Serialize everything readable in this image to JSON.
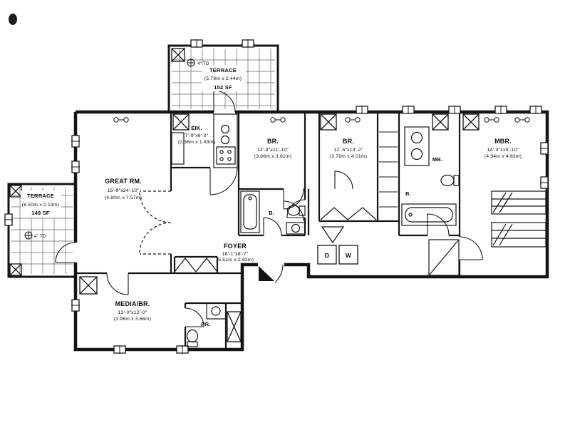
{
  "plan": {
    "terrace_top": {
      "name": "TERRACE",
      "dims": "(5.79m x 2.44m)",
      "area": "152 SF",
      "drain": "4\" TD"
    },
    "terrace_left": {
      "name": "TERRACE",
      "dims": "(6.50m x 2.13m)",
      "area": "149 SF",
      "drain": "4\" TD"
    },
    "great_rm": {
      "name": "GREAT RM.",
      "dims_ft": "15'-9\"x24'-10\"",
      "dims_m": "(4.80m x 7.57m)"
    },
    "eik": {
      "name": "EIK.",
      "dims_ft": "7'-9\"x6'-0\"",
      "dims_m": "(2.36m x 1.83m)"
    },
    "br1": {
      "name": "BR.",
      "dims_ft": "12'-8\"x11'-10\"",
      "dims_m": "(3.86m x 3.61m)"
    },
    "br2": {
      "name": "BR.",
      "dims_ft": "12'-5\"x13'-2\"",
      "dims_m": "(3.79m x 4.01m)"
    },
    "mbr": {
      "name": "MBR.",
      "dims_ft": "14'-3\"x15'-10\"",
      "dims_m": "(4.34m x 4.83m)"
    },
    "mb": {
      "name": "MB."
    },
    "bath1": {
      "name": "B."
    },
    "bath2": {
      "name": "B."
    },
    "foyer": {
      "name": "FOYER",
      "dims_ft": "18'-1\"x8'-7\"",
      "dims_m": "(5.51m x 2.62m)"
    },
    "media": {
      "name": "MEDIA/BR.",
      "dims_ft": "13'-0\"x12'-0\"",
      "dims_m": "(3.96m x 3.66m)"
    },
    "pr": {
      "name": "PR."
    },
    "laundry": {
      "dryer": "D",
      "washer": "W"
    }
  }
}
